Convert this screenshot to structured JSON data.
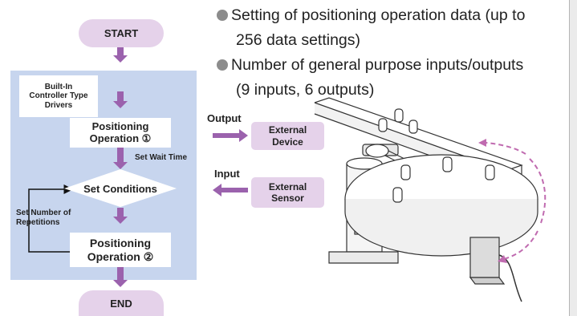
{
  "flowchart": {
    "start": "START",
    "built_in_lines": [
      "Built-In",
      "Controller Type",
      "Drivers"
    ],
    "positioning_1": {
      "line1": "Positioning",
      "line2": "Operation ①"
    },
    "set_wait_time": "Set Wait Time",
    "set_conditions": "Set Conditions",
    "set_repetitions_lines": [
      "Set Number of",
      "Repetitions"
    ],
    "positioning_2": {
      "line1": "Positioning",
      "line2": "Operation ②"
    },
    "end": "END"
  },
  "io": {
    "output_label": "Output",
    "input_label": "Input",
    "external_device": {
      "line1": "External",
      "line2": "Device"
    },
    "external_sensor": {
      "line1": "External",
      "line2": "Sensor"
    }
  },
  "bullets": [
    {
      "line1": "Setting of positioning operation data (up to",
      "line2": "256 data settings)"
    },
    {
      "line1": "Number of general purpose inputs/outputs",
      "line2": "(9 inputs, 6 outputs)"
    }
  ],
  "colors": {
    "flow_background": "#c7d5ee",
    "pill_fill": "#e5d2ea",
    "arrow_purple": "#9b62ad",
    "bullet_dot": "#8c8c8c"
  }
}
